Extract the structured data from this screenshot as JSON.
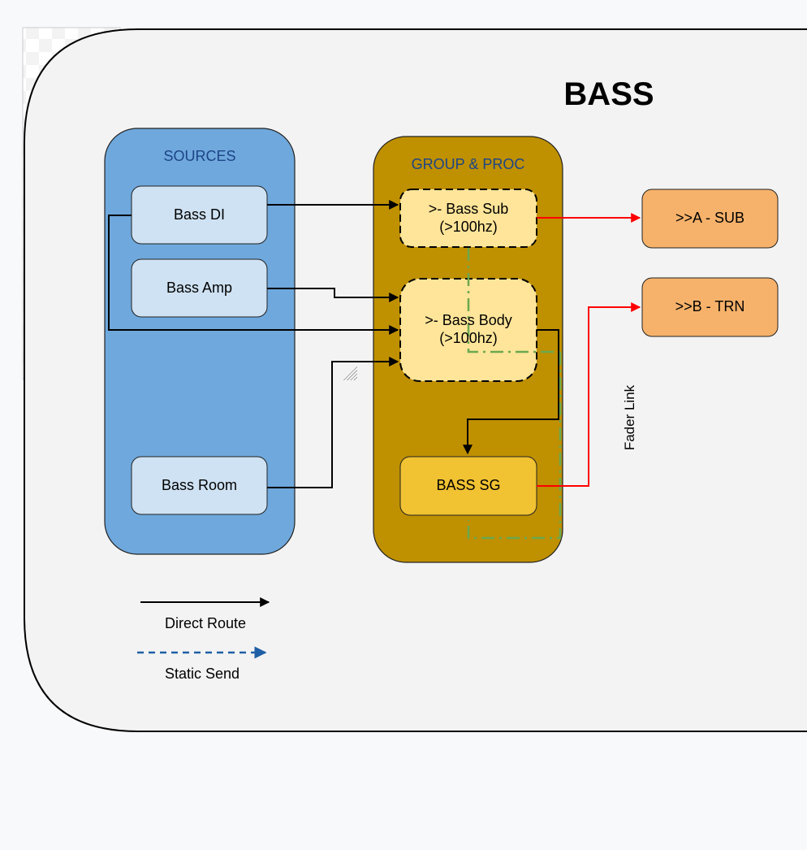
{
  "diagram": {
    "title": "BASS",
    "groups": {
      "sources": {
        "label": "SOURCES",
        "fill": "#6fa8dc",
        "label_color": "#1c4587"
      },
      "group_proc": {
        "label": "GROUP & PROC",
        "fill": "#bf9000",
        "label_color": "#1c4587"
      }
    },
    "nodes": {
      "bass_di": {
        "label": "Bass DI",
        "fill": "#cfe2f3"
      },
      "bass_amp": {
        "label": "Bass Amp",
        "fill": "#cfe2f3"
      },
      "bass_room": {
        "label": "Bass Room",
        "fill": "#cfe2f3"
      },
      "bass_sub": {
        "label": ">- Bass Sub\n  (>100hz)",
        "fill": "#ffe599"
      },
      "bass_body": {
        "label": ">- Bass Body\n(>100hz)",
        "fill": "#ffe599"
      },
      "bass_sg": {
        "label": "BASS SG",
        "fill": "#f1c232"
      },
      "out_a": {
        "label": ">>A - SUB",
        "fill": "#f6b26b"
      },
      "out_b": {
        "label": ">>B - TRN",
        "fill": "#f6b26b"
      }
    },
    "connections": [
      {
        "from": "Bass DI",
        "to": ">- Bass Sub",
        "type": "direct"
      },
      {
        "from": "Bass Amp",
        "to": ">- Bass Body",
        "type": "direct"
      },
      {
        "from": "Bass DI",
        "to": ">- Bass Body",
        "type": "direct"
      },
      {
        "from": "Bass Room",
        "to": ">- Bass Body",
        "type": "direct"
      },
      {
        "from": ">- Bass Body",
        "to": "BASS SG",
        "type": "direct"
      },
      {
        "from": ">- Bass Sub",
        "to": ">>A - SUB",
        "type": "output"
      },
      {
        "from": "BASS SG",
        "to": ">>B - TRN",
        "type": "output"
      }
    ],
    "fader_link_label": "Fader Link",
    "legend": [
      {
        "label": "Direct Route",
        "style": "solid",
        "color": "#000000"
      },
      {
        "label": "Static Send",
        "style": "dashed",
        "color": "#1f5fa6"
      }
    ],
    "colors": {
      "canvas_bg": "#f3f3f3",
      "output_line": "#ff0000",
      "fader_link_line": "#6aa84f"
    }
  }
}
